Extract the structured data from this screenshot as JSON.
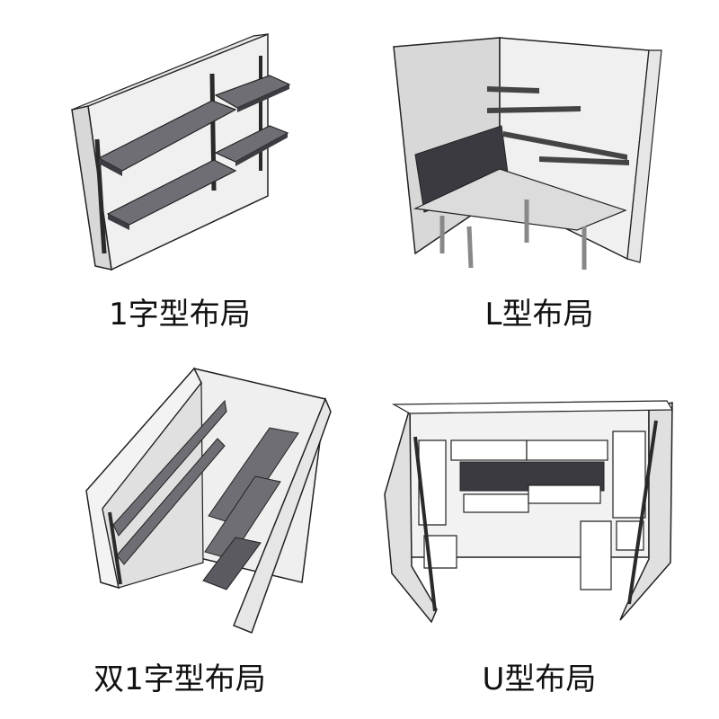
{
  "layouts": [
    {
      "id": "single-line",
      "label": "1字型布局"
    },
    {
      "id": "l-shape",
      "label": "L型布局"
    },
    {
      "id": "double-line",
      "label": "双1字型布局"
    },
    {
      "id": "u-shape",
      "label": "U型布局"
    }
  ],
  "colors": {
    "wall_face": "#f2f2f2",
    "wall_side": "#d9d9d9",
    "shelf_top": "#6e6e74",
    "shelf_front": "#3c3c42",
    "outline": "#222222",
    "rail": "#2a2a2a",
    "white_shelf": "#ffffff",
    "caption": "#111111"
  }
}
